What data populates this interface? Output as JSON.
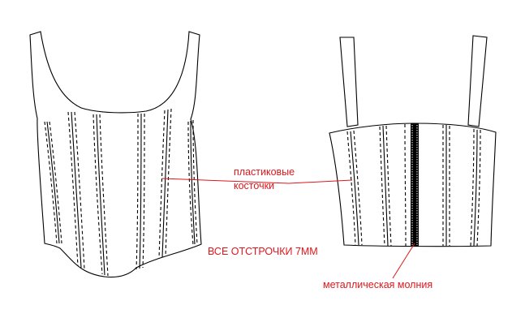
{
  "colors": {
    "annotation": "#e0161c",
    "outline": "#000000",
    "background": "#ffffff"
  },
  "labels": {
    "boning_line1": "пластиковые",
    "boning_line2": "косточки",
    "stitching": "ВСЕ ОТСТРОЧКИ 7ММ",
    "zipper": "металлическая молния"
  }
}
